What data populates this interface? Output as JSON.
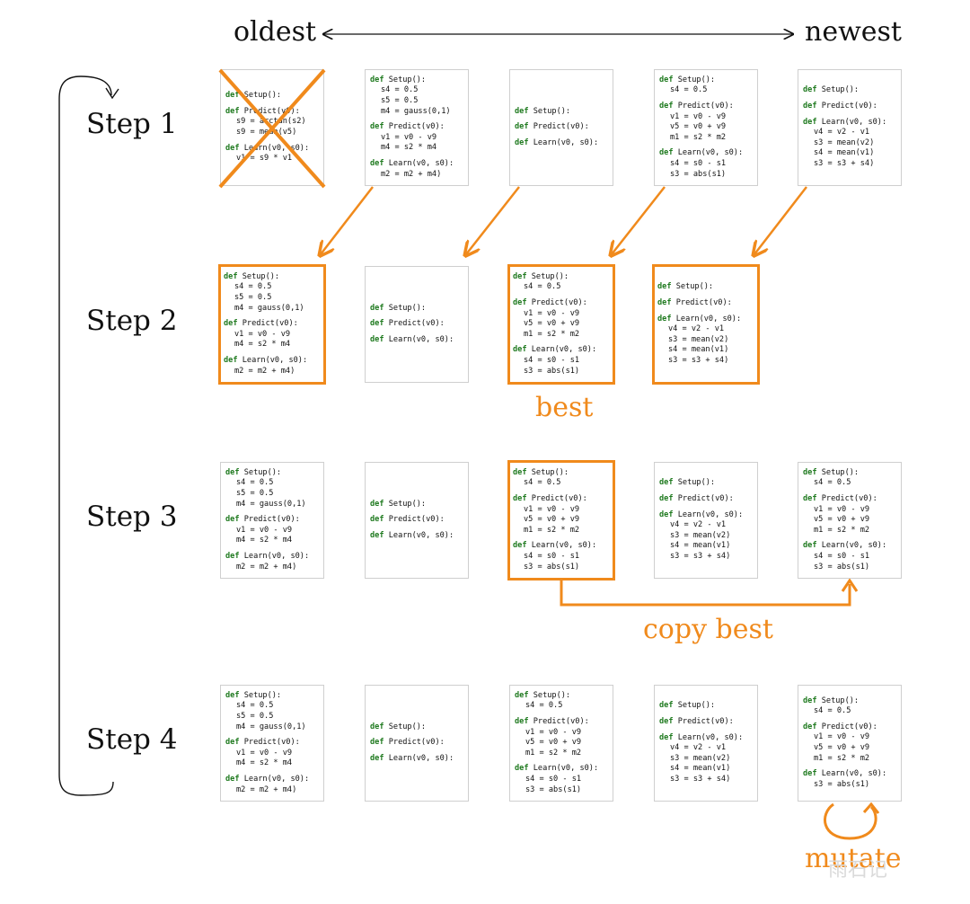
{
  "header": {
    "left": "oldest",
    "right": "newest"
  },
  "steps": [
    "Step 1",
    "Step 2",
    "Step 3",
    "Step 4"
  ],
  "annotations": {
    "best": "best",
    "copy_best": "copy best",
    "mutate": "mutate"
  },
  "watermark": "雨石记",
  "colors": {
    "accent": "#f08a1c",
    "keyword": "#1f7a1f",
    "border": "#cfcfcf"
  },
  "code": {
    "def": "def",
    "setup": "Setup():",
    "predict": "Predict(v0):",
    "learn": "Learn(v0, s0):",
    "s9_arctan": "s9 = arctan(s2)",
    "s9_mean": "s9 = mean(v5)",
    "v1_s9": "v1 = s9 * v1",
    "s4_05": "s4 = 0.5",
    "s5_05": "s5 = 0.5",
    "m4_gauss": "m4 = gauss(0,1)",
    "v1_v0_v9": "v1 = v0 - v9",
    "m4_s2": "m4 = s2 * m4",
    "m2_m2": "m2 = m2 + m4)",
    "v5_v0_v9": "v5 = v0 + v9",
    "m1_s2": "m1 = s2 * m2",
    "s4_s0": "s4 = s0 - s1",
    "s3_abs": "s3 = abs(s1)",
    "v4_v2": "v4 = v2 - v1",
    "s3_mean": "s3 = mean(v2)",
    "s4_mean": "s4 = mean(v1)",
    "s3_s3": "s3 = s3 + s4)"
  }
}
